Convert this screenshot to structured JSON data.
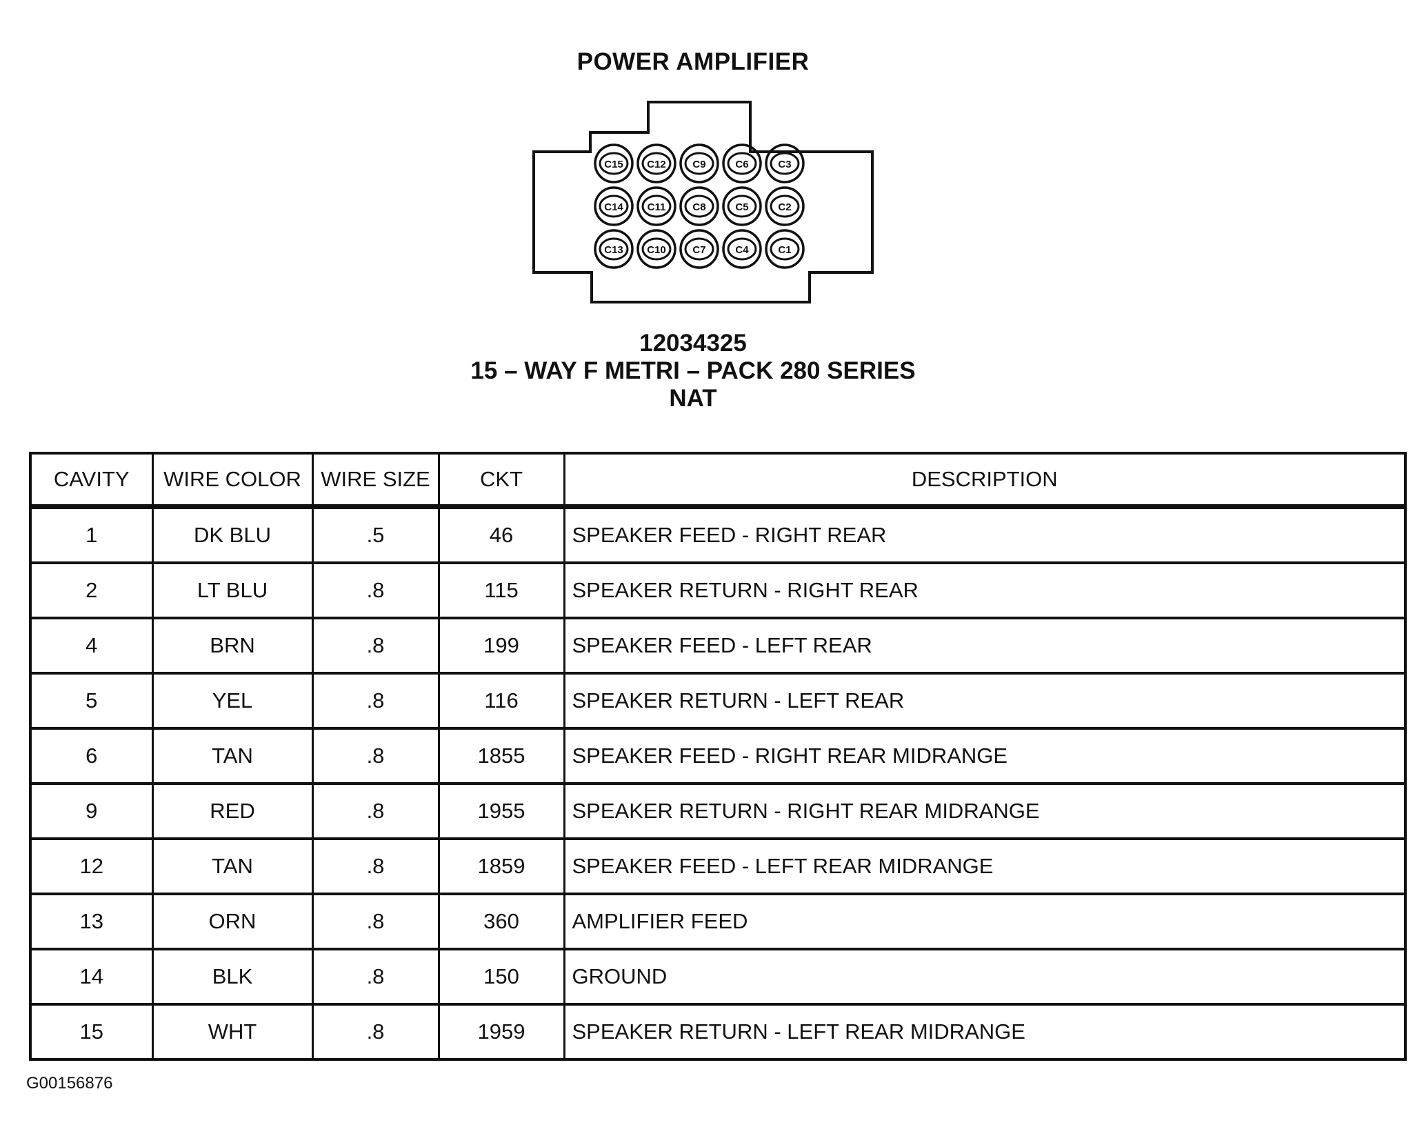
{
  "title": "POWER AMPLIFIER",
  "connector": {
    "rows": [
      [
        "C15",
        "C12",
        "C9",
        "C6",
        "C3"
      ],
      [
        "C14",
        "C11",
        "C8",
        "C5",
        "C2"
      ],
      [
        "C13",
        "C10",
        "C7",
        "C4",
        "C1"
      ]
    ]
  },
  "part": {
    "number": "12034325",
    "type": "15 – WAY F METRI – PACK 280 SERIES",
    "color": "NAT"
  },
  "table": {
    "headers": [
      "CAVITY",
      "WIRE COLOR",
      "WIRE SIZE",
      "CKT",
      "DESCRIPTION"
    ],
    "rows": [
      [
        "1",
        "DK BLU",
        ".5",
        "46",
        "SPEAKER FEED - RIGHT REAR"
      ],
      [
        "2",
        "LT BLU",
        ".8",
        "115",
        "SPEAKER RETURN - RIGHT REAR"
      ],
      [
        "4",
        "BRN",
        ".8",
        "199",
        "SPEAKER FEED - LEFT REAR"
      ],
      [
        "5",
        "YEL",
        ".8",
        "116",
        "SPEAKER RETURN - LEFT REAR"
      ],
      [
        "6",
        "TAN",
        ".8",
        "1855",
        "SPEAKER FEED - RIGHT REAR MIDRANGE"
      ],
      [
        "9",
        "RED",
        ".8",
        "1955",
        "SPEAKER RETURN - RIGHT REAR MIDRANGE"
      ],
      [
        "12",
        "TAN",
        ".8",
        "1859",
        "SPEAKER FEED - LEFT REAR MIDRANGE"
      ],
      [
        "13",
        "ORN",
        ".8",
        "360",
        "AMPLIFIER FEED"
      ],
      [
        "14",
        "BLK",
        ".8",
        "150",
        "GROUND"
      ],
      [
        "15",
        "WHT",
        ".8",
        "1959",
        "SPEAKER RETURN - LEFT REAR MIDRANGE"
      ]
    ]
  },
  "figure_id": "G00156876"
}
